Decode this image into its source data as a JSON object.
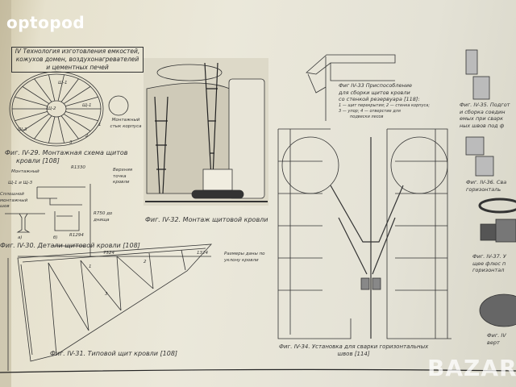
{
  "watermark": "optopod",
  "watermark_bottom": "BAZAR",
  "section_header": {
    "line1": "IV Технология изготовления емкостей,",
    "line2": "кожухов домен, воздухонагревателей",
    "line3": "и цементных печей"
  },
  "figures": {
    "fig29": {
      "line1": "Фиг. IV-29. Монтажная схема щитов",
      "line2": "кровли [108]",
      "labels": {
        "sh1": "Щ-1",
        "sh2": "Щ-2",
        "sh3": "Щ-3",
        "shr": "Щ-1",
        "joint": "Монтажный стык корпуса",
        "n1": "1",
        "n2": "2",
        "n3": "3"
      }
    },
    "fig30": {
      "caption": "Фиг. IV-30. Детали щитовой кровли [108]",
      "labels": {
        "mont": "Монтажный",
        "sh": "Щ-1 и Щ-3",
        "top": "Верхняя точка кровли",
        "weld": "Сплошной монтажный шов",
        "r1330": "R1330",
        "r1294": "R1294",
        "r750": "R750 до днища",
        "a": "а)",
        "b": "б)"
      }
    },
    "fig31": {
      "caption": "Фиг. IV-31. Типовой щит кровли [108]",
      "labels": {
        "d7324": "7324",
        "d1324": "1324",
        "note": "Размеры даны по уклону кровли",
        "n1": "1",
        "n2": "2",
        "n3": "3"
      }
    },
    "fig32": {
      "caption": "Фиг. IV-32. Монтаж щитовой кровли"
    },
    "fig33": {
      "line1": "Фиг IV-33 Приспособление",
      "line2": "для сборки щитов кровли",
      "line3": "со стенкой резервуара [118]:",
      "legend1": "1 — щит перекрытия; 2 — стенка корпуса;",
      "legend2": "3 — упор; 4 — отверстие для",
      "legend3": "подвески лесов"
    },
    "fig34": {
      "line1": "Фиг. IV-34. Установка для сварки горизонтальных",
      "line2": "швов [114]"
    },
    "fig35": {
      "line1": "Фиг. IV-35. Подгот",
      "line2": "и сборка соедин",
      "line3": "емых при сварк",
      "line4": "ных швов под ф"
    },
    "fig36": {
      "line1": "Фиг. IV-36. Сва",
      "line2": "горизонталь"
    },
    "fig37": {
      "line1": "Фиг. IV-37. У",
      "line2": "щее флюс п",
      "line3": "горизонтал"
    },
    "fig38": {
      "line1": "Фиг. IV",
      "line2": "верт"
    }
  },
  "colors": {
    "paper": "#e9e6d8",
    "ink": "#2b2b2b"
  }
}
